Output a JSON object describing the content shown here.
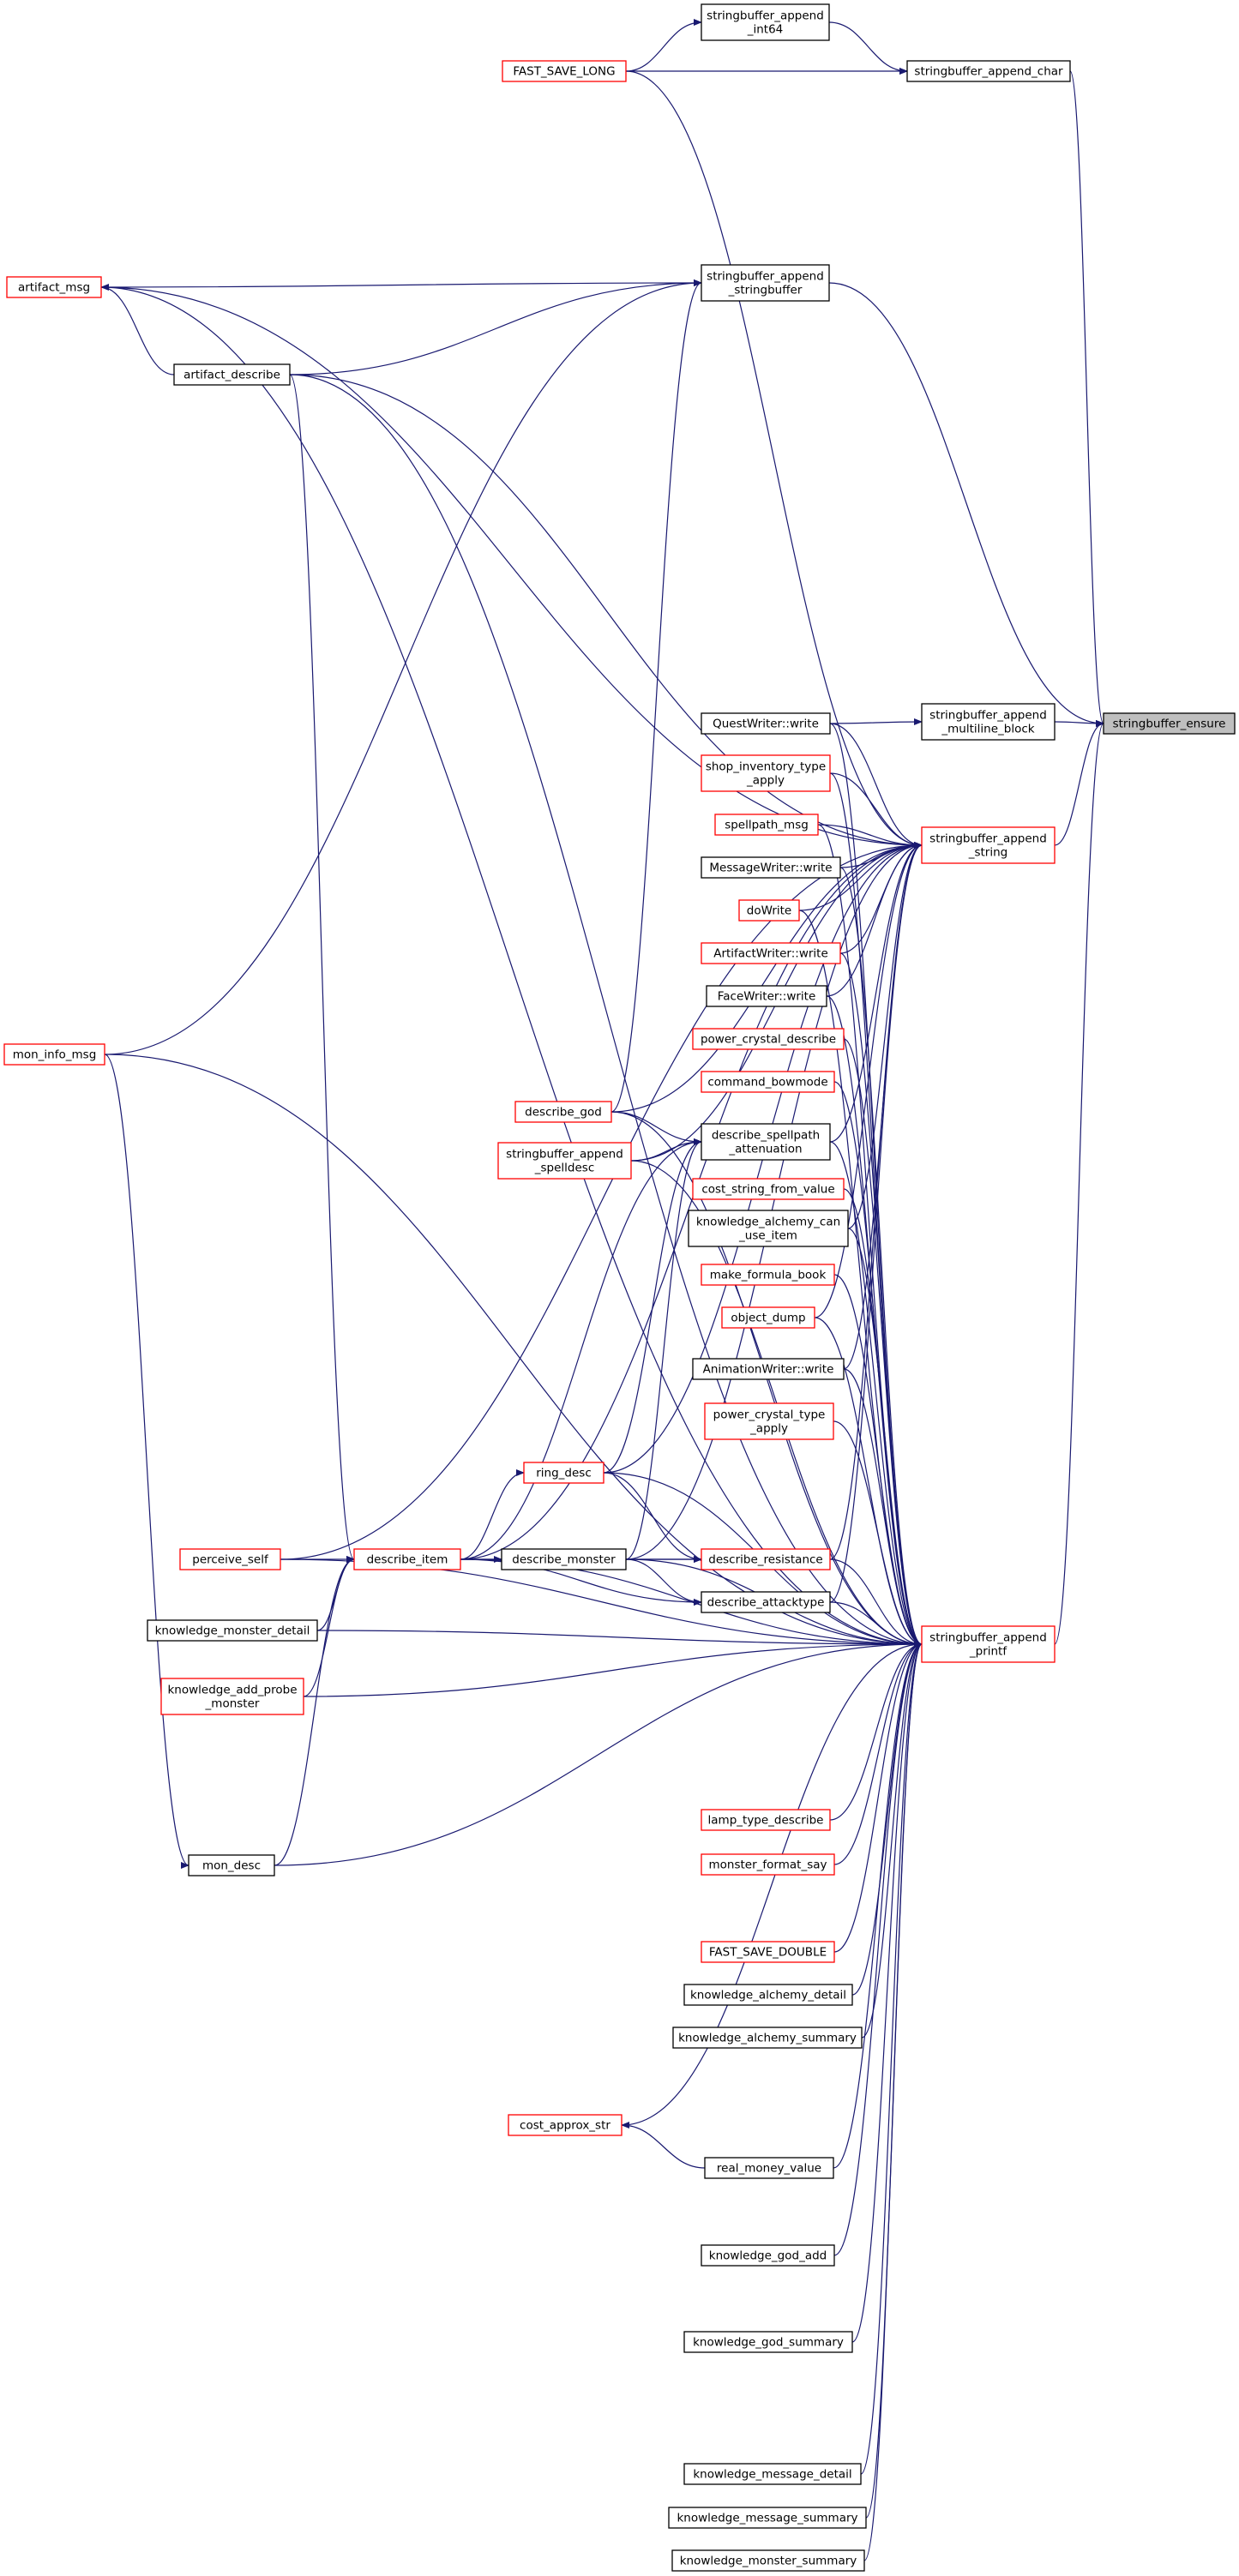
{
  "colors": {
    "edge": "#191970",
    "node_border_default": "#000000",
    "node_border_incomplete": "#ff0000",
    "node_fill_default": "#ffffff",
    "node_fill_focus": "#bfbfbf"
  },
  "nodes": [
    {
      "id": "stringbuffer_ensure",
      "lines": [
        "stringbuffer_ensure"
      ],
      "style": "focus"
    },
    {
      "id": "sb_append_int64",
      "lines": [
        "stringbuffer_append",
        "_int64"
      ],
      "style": "normal"
    },
    {
      "id": "fast_save_long",
      "lines": [
        "FAST_SAVE_LONG"
      ],
      "style": "red"
    },
    {
      "id": "sb_append_char",
      "lines": [
        "stringbuffer_append_char"
      ],
      "style": "normal"
    },
    {
      "id": "artifact_msg",
      "lines": [
        "artifact_msg"
      ],
      "style": "red"
    },
    {
      "id": "sb_append_stringbuffer",
      "lines": [
        "stringbuffer_append",
        "_stringbuffer"
      ],
      "style": "normal"
    },
    {
      "id": "artifact_describe",
      "lines": [
        "artifact_describe"
      ],
      "style": "normal"
    },
    {
      "id": "questwriter_write",
      "lines": [
        "QuestWriter::write"
      ],
      "style": "normal"
    },
    {
      "id": "sb_append_multiline",
      "lines": [
        "stringbuffer_append",
        "_multiline_block"
      ],
      "style": "normal"
    },
    {
      "id": "shop_inventory_type_apply",
      "lines": [
        "shop_inventory_type",
        "_apply"
      ],
      "style": "red"
    },
    {
      "id": "spellpath_msg",
      "lines": [
        "spellpath_msg"
      ],
      "style": "red"
    },
    {
      "id": "sb_append_string",
      "lines": [
        "stringbuffer_append",
        "_string"
      ],
      "style": "red"
    },
    {
      "id": "messagewriter_write",
      "lines": [
        "MessageWriter::write"
      ],
      "style": "normal"
    },
    {
      "id": "dowrite",
      "lines": [
        "doWrite"
      ],
      "style": "red"
    },
    {
      "id": "artifactwriter_write",
      "lines": [
        "ArtifactWriter::write"
      ],
      "style": "red"
    },
    {
      "id": "facewriter_write",
      "lines": [
        "FaceWriter::write"
      ],
      "style": "normal"
    },
    {
      "id": "mon_info_msg",
      "lines": [
        "mon_info_msg"
      ],
      "style": "red"
    },
    {
      "id": "power_crystal_describe",
      "lines": [
        "power_crystal_describe"
      ],
      "style": "red"
    },
    {
      "id": "command_bowmode",
      "lines": [
        "command_bowmode"
      ],
      "style": "red"
    },
    {
      "id": "describe_god",
      "lines": [
        "describe_god"
      ],
      "style": "red"
    },
    {
      "id": "describe_spellpath_attenuation",
      "lines": [
        "describe_spellpath",
        "_attenuation"
      ],
      "style": "normal"
    },
    {
      "id": "sb_append_spelldesc",
      "lines": [
        "stringbuffer_append",
        "_spelldesc"
      ],
      "style": "red"
    },
    {
      "id": "cost_string_from_value",
      "lines": [
        "cost_string_from_value"
      ],
      "style": "red"
    },
    {
      "id": "knowledge_alchemy_can_use_item",
      "lines": [
        "knowledge_alchemy_can",
        "_use_item"
      ],
      "style": "normal"
    },
    {
      "id": "make_formula_book",
      "lines": [
        "make_formula_book"
      ],
      "style": "red"
    },
    {
      "id": "object_dump",
      "lines": [
        "object_dump"
      ],
      "style": "red"
    },
    {
      "id": "animationwriter_write",
      "lines": [
        "AnimationWriter::write"
      ],
      "style": "normal"
    },
    {
      "id": "power_crystal_type_apply",
      "lines": [
        "power_crystal_type",
        "_apply"
      ],
      "style": "red"
    },
    {
      "id": "ring_desc",
      "lines": [
        "ring_desc"
      ],
      "style": "red"
    },
    {
      "id": "perceive_self",
      "lines": [
        "perceive_self"
      ],
      "style": "red"
    },
    {
      "id": "describe_item",
      "lines": [
        "describe_item"
      ],
      "style": "red"
    },
    {
      "id": "describe_monster",
      "lines": [
        "describe_monster"
      ],
      "style": "normal"
    },
    {
      "id": "describe_resistance",
      "lines": [
        "describe_resistance"
      ],
      "style": "red"
    },
    {
      "id": "knowledge_monster_detail",
      "lines": [
        "knowledge_monster_detail"
      ],
      "style": "normal"
    },
    {
      "id": "describe_attacktype",
      "lines": [
        "describe_attacktype"
      ],
      "style": "normal"
    },
    {
      "id": "sb_append_printf",
      "lines": [
        "stringbuffer_append",
        "_printf"
      ],
      "style": "red"
    },
    {
      "id": "knowledge_add_probe_monster",
      "lines": [
        "knowledge_add_probe",
        "_monster"
      ],
      "style": "red"
    },
    {
      "id": "lamp_type_describe",
      "lines": [
        "lamp_type_describe"
      ],
      "style": "red"
    },
    {
      "id": "mon_desc",
      "lines": [
        "mon_desc"
      ],
      "style": "normal"
    },
    {
      "id": "monster_format_say",
      "lines": [
        "monster_format_say"
      ],
      "style": "red"
    },
    {
      "id": "fast_save_double",
      "lines": [
        "FAST_SAVE_DOUBLE"
      ],
      "style": "red"
    },
    {
      "id": "knowledge_alchemy_detail",
      "lines": [
        "knowledge_alchemy_detail"
      ],
      "style": "normal"
    },
    {
      "id": "knowledge_alchemy_summary",
      "lines": [
        "knowledge_alchemy_summary"
      ],
      "style": "normal"
    },
    {
      "id": "cost_approx_str",
      "lines": [
        "cost_approx_str"
      ],
      "style": "red"
    },
    {
      "id": "real_money_value",
      "lines": [
        "real_money_value"
      ],
      "style": "normal"
    },
    {
      "id": "knowledge_god_add",
      "lines": [
        "knowledge_god_add"
      ],
      "style": "normal"
    },
    {
      "id": "knowledge_god_summary",
      "lines": [
        "knowledge_god_summary"
      ],
      "style": "normal"
    },
    {
      "id": "knowledge_message_detail",
      "lines": [
        "knowledge_message_detail"
      ],
      "style": "normal"
    },
    {
      "id": "knowledge_message_summary",
      "lines": [
        "knowledge_message_summary"
      ],
      "style": "normal"
    },
    {
      "id": "knowledge_monster_summary",
      "lines": [
        "knowledge_monster_summary"
      ],
      "style": "normal"
    }
  ],
  "edges": [
    [
      "sb_append_char",
      "stringbuffer_ensure"
    ],
    [
      "sb_append_stringbuffer",
      "stringbuffer_ensure"
    ],
    [
      "sb_append_multiline",
      "stringbuffer_ensure"
    ],
    [
      "sb_append_string",
      "stringbuffer_ensure"
    ],
    [
      "sb_append_printf",
      "stringbuffer_ensure"
    ],
    [
      "sb_append_int64",
      "sb_append_char"
    ],
    [
      "fast_save_long",
      "sb_append_int64"
    ],
    [
      "fast_save_long",
      "sb_append_char"
    ],
    [
      "artifact_describe",
      "artifact_msg"
    ],
    [
      "artifact_msg",
      "sb_append_stringbuffer"
    ],
    [
      "artifact_describe",
      "sb_append_stringbuffer"
    ],
    [
      "mon_info_msg",
      "sb_append_stringbuffer"
    ],
    [
      "describe_god",
      "sb_append_stringbuffer"
    ],
    [
      "questwriter_write",
      "sb_append_multiline"
    ],
    [
      "fast_save_long",
      "sb_append_string"
    ],
    [
      "artifact_msg",
      "sb_append_string"
    ],
    [
      "artifact_describe",
      "sb_append_string"
    ],
    [
      "questwriter_write",
      "sb_append_string"
    ],
    [
      "shop_inventory_type_apply",
      "sb_append_string"
    ],
    [
      "spellpath_msg",
      "sb_append_string"
    ],
    [
      "messagewriter_write",
      "sb_append_string"
    ],
    [
      "dowrite",
      "sb_append_string"
    ],
    [
      "artifactwriter_write",
      "sb_append_string"
    ],
    [
      "facewriter_write",
      "sb_append_string"
    ],
    [
      "describe_spellpath_attenuation",
      "sb_append_string"
    ],
    [
      "knowledge_alchemy_can_use_item",
      "sb_append_string"
    ],
    [
      "object_dump",
      "sb_append_string"
    ],
    [
      "animationwriter_write",
      "sb_append_string"
    ],
    [
      "describe_resistance",
      "sb_append_string"
    ],
    [
      "describe_attacktype",
      "sb_append_string"
    ],
    [
      "describe_god",
      "sb_append_string"
    ],
    [
      "sb_append_spelldesc",
      "sb_append_string"
    ],
    [
      "ring_desc",
      "sb_append_string"
    ],
    [
      "describe_item",
      "sb_append_string"
    ],
    [
      "describe_monster",
      "sb_append_string"
    ],
    [
      "perceive_self",
      "sb_append_string"
    ],
    [
      "describe_god",
      "describe_spellpath_attenuation"
    ],
    [
      "sb_append_spelldesc",
      "describe_spellpath_attenuation"
    ],
    [
      "ring_desc",
      "describe_spellpath_attenuation"
    ],
    [
      "describe_item",
      "describe_spellpath_attenuation"
    ],
    [
      "describe_monster",
      "describe_spellpath_attenuation"
    ],
    [
      "artifact_describe",
      "describe_item"
    ],
    [
      "perceive_self",
      "describe_item"
    ],
    [
      "knowledge_monster_detail",
      "describe_item"
    ],
    [
      "knowledge_add_probe_monster",
      "describe_item"
    ],
    [
      "mon_desc",
      "describe_item"
    ],
    [
      "describe_item",
      "ring_desc"
    ],
    [
      "describe_item",
      "describe_monster"
    ],
    [
      "describe_item",
      "describe_resistance"
    ],
    [
      "describe_item",
      "describe_attacktype"
    ],
    [
      "describe_monster",
      "describe_resistance"
    ],
    [
      "describe_monster",
      "describe_attacktype"
    ],
    [
      "ring_desc",
      "describe_resistance"
    ],
    [
      "mon_info_msg",
      "mon_desc"
    ],
    [
      "real_money_value",
      "cost_approx_str"
    ],
    [
      "questwriter_write",
      "sb_append_printf"
    ],
    [
      "shop_inventory_type_apply",
      "sb_append_printf"
    ],
    [
      "spellpath_msg",
      "sb_append_printf"
    ],
    [
      "messagewriter_write",
      "sb_append_printf"
    ],
    [
      "dowrite",
      "sb_append_printf"
    ],
    [
      "artifactwriter_write",
      "sb_append_printf"
    ],
    [
      "facewriter_write",
      "sb_append_printf"
    ],
    [
      "power_crystal_describe",
      "sb_append_printf"
    ],
    [
      "command_bowmode",
      "sb_append_printf"
    ],
    [
      "describe_spellpath_attenuation",
      "sb_append_printf"
    ],
    [
      "cost_string_from_value",
      "sb_append_printf"
    ],
    [
      "knowledge_alchemy_can_use_item",
      "sb_append_printf"
    ],
    [
      "make_formula_book",
      "sb_append_printf"
    ],
    [
      "object_dump",
      "sb_append_printf"
    ],
    [
      "animationwriter_write",
      "sb_append_printf"
    ],
    [
      "power_crystal_type_apply",
      "sb_append_printf"
    ],
    [
      "describe_resistance",
      "sb_append_printf"
    ],
    [
      "describe_attacktype",
      "sb_append_printf"
    ],
    [
      "describe_item",
      "sb_append_printf"
    ],
    [
      "describe_monster",
      "sb_append_printf"
    ],
    [
      "ring_desc",
      "sb_append_printf"
    ],
    [
      "perceive_self",
      "sb_append_printf"
    ],
    [
      "knowledge_monster_detail",
      "sb_append_printf"
    ],
    [
      "knowledge_add_probe_monster",
      "sb_append_printf"
    ],
    [
      "mon_desc",
      "sb_append_printf"
    ],
    [
      "mon_info_msg",
      "sb_append_printf"
    ],
    [
      "artifact_describe",
      "sb_append_printf"
    ],
    [
      "artifact_msg",
      "sb_append_printf"
    ],
    [
      "describe_god",
      "sb_append_printf"
    ],
    [
      "sb_append_spelldesc",
      "sb_append_printf"
    ],
    [
      "lamp_type_describe",
      "sb_append_printf"
    ],
    [
      "monster_format_say",
      "sb_append_printf"
    ],
    [
      "fast_save_double",
      "sb_append_printf"
    ],
    [
      "knowledge_alchemy_detail",
      "sb_append_printf"
    ],
    [
      "knowledge_alchemy_summary",
      "sb_append_printf"
    ],
    [
      "cost_approx_str",
      "sb_append_printf"
    ],
    [
      "real_money_value",
      "sb_append_printf"
    ],
    [
      "knowledge_god_add",
      "sb_append_printf"
    ],
    [
      "knowledge_god_summary",
      "sb_append_printf"
    ],
    [
      "knowledge_message_detail",
      "sb_append_printf"
    ],
    [
      "knowledge_message_summary",
      "sb_append_printf"
    ],
    [
      "knowledge_monster_summary",
      "sb_append_printf"
    ]
  ]
}
